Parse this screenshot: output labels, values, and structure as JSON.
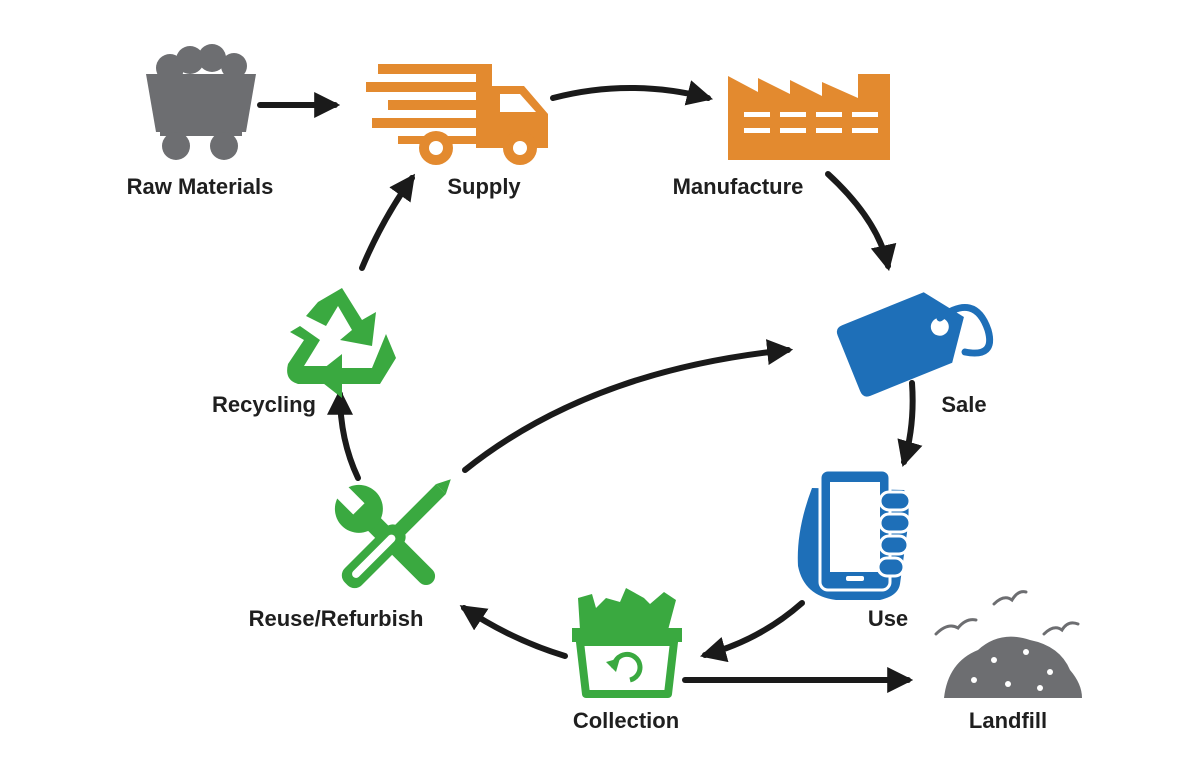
{
  "colors": {
    "gray": "#6d6e71",
    "orange": "#e38a2f",
    "green": "#3aa940",
    "blue": "#1e6fb8",
    "arrow": "#1a1a1a",
    "text": "#1f1f1f"
  },
  "nodes": {
    "raw_materials": {
      "label": "Raw Materials",
      "icon": "mine-cart-icon"
    },
    "supply": {
      "label": "Supply",
      "icon": "delivery-truck-icon"
    },
    "manufacture": {
      "label": "Manufacture",
      "icon": "factory-icon"
    },
    "sale": {
      "label": "Sale",
      "icon": "price-tag-icon"
    },
    "use": {
      "label": "Use",
      "icon": "smartphone-hand-icon"
    },
    "collection": {
      "label": "Collection",
      "icon": "recycle-bin-icon"
    },
    "landfill": {
      "label": "Landfill",
      "icon": "landfill-mound-icon"
    },
    "reuse": {
      "label": "Reuse/Refurbish",
      "icon": "tools-icon"
    },
    "recycling": {
      "label": "Recycling",
      "icon": "recycle-symbol-icon"
    }
  }
}
